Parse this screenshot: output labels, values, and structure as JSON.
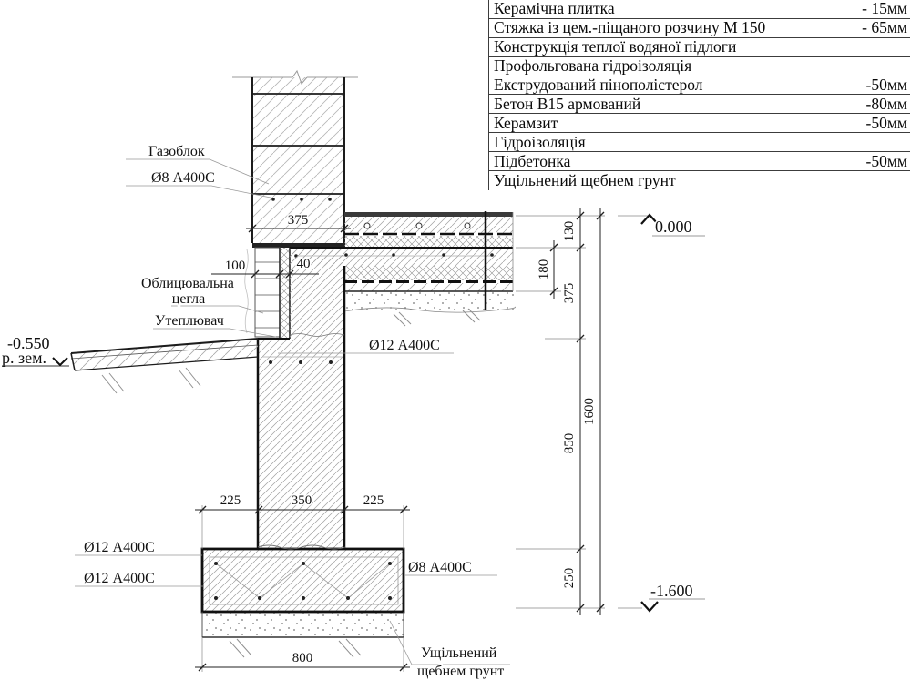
{
  "layers_table": {
    "rows": [
      {
        "name": "Керамічна плитка",
        "value": "- 15мм"
      },
      {
        "name": "Стяжка із цем.-піщаного розчину М 150",
        "value": "- 65мм"
      },
      {
        "name": "Конструкція теплої водяної підлоги",
        "value": ""
      },
      {
        "name": "Профольгована гідроізоляція",
        "value": ""
      },
      {
        "name": "Екструдований пінополістерол",
        "value": "-50мм"
      },
      {
        "name": "Бетон В15 армований",
        "value": "-80мм"
      },
      {
        "name": "Керамзит",
        "value": "-50мм"
      },
      {
        "name": "Гідроізоляція",
        "value": ""
      },
      {
        "name": "Підбетонка",
        "value": "-50мм"
      },
      {
        "name": "Ущільнений щебнем грунт",
        "value": ""
      }
    ]
  },
  "labels": {
    "gas_block": "Газоблок",
    "rebar8_top": "Ø8 А400С",
    "facing_brick_1": "Облицювальна",
    "facing_brick_2": "цегла",
    "insulation": "Утеплювач",
    "rebar12_mid": "Ø12 А400С",
    "rebar12_foot1": "Ø12 А400С",
    "rebar12_foot2": "Ø12 А400С",
    "rebar8_foot": "Ø8 А400С",
    "compacted_1": "Ущільнений",
    "compacted_2": "щебнем грунт"
  },
  "dimensions": {
    "wall_width": "375",
    "brick": "100",
    "gap": "40",
    "d130": "130",
    "d180": "180",
    "d375": "375",
    "d850": "850",
    "d1600": "1600",
    "d250": "250",
    "foot_left": "225",
    "foot_mid": "350",
    "foot_right": "225",
    "foot_total": "800"
  },
  "levels": {
    "zero": "0.000",
    "minus_1600": "-1.600",
    "minus_0550": "-0.550",
    "ground": "р. зем."
  },
  "colors": {
    "line_dark": "#111111",
    "line_light": "#999999",
    "hatch": "#a0a0a0"
  }
}
